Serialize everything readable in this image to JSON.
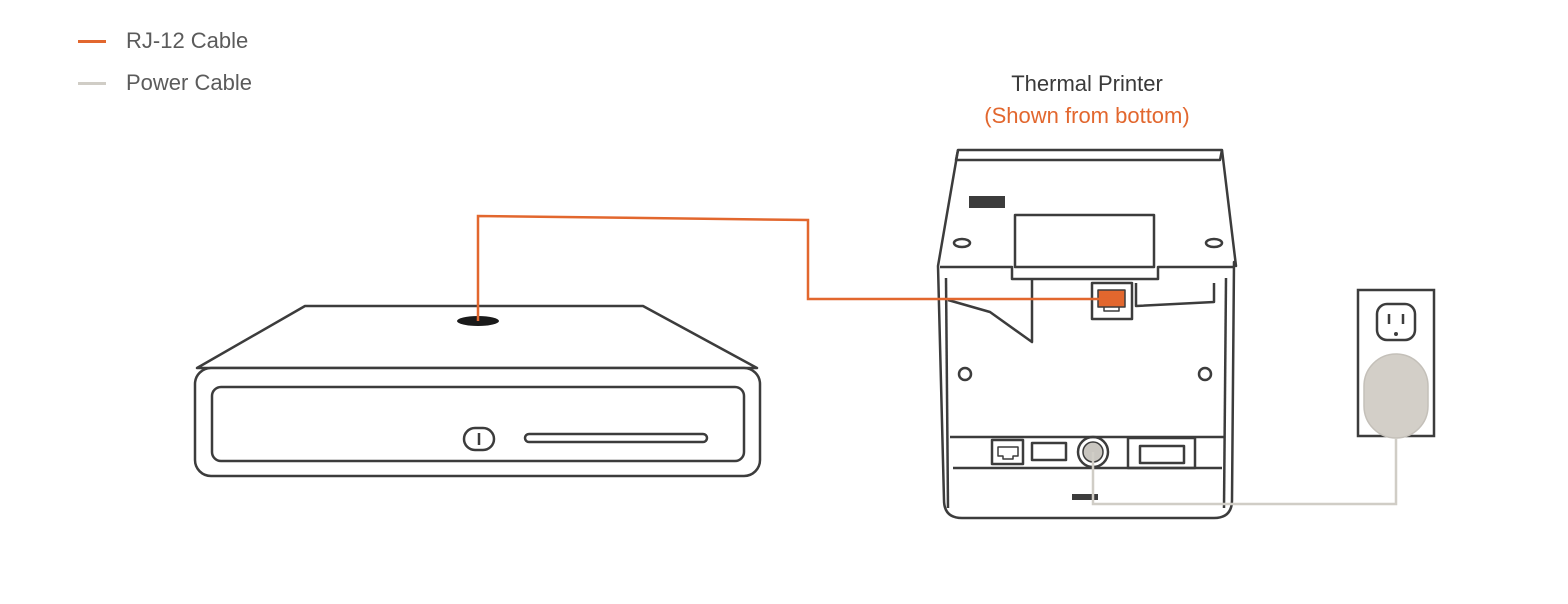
{
  "legend": {
    "items": [
      {
        "label": "RJ-12 Cable",
        "color": "#e2672e"
      },
      {
        "label": "Power Cable",
        "color": "#d0cdc6"
      }
    ]
  },
  "printer": {
    "title": "Thermal Printer",
    "subtitle": "(Shown from bottom)",
    "subtitle_color": "#e2672e"
  },
  "colors": {
    "outline": "#3c3c3c",
    "rj12": "#e2672e",
    "power": "#d0cdc6",
    "plug": "#d3cfc8"
  },
  "icons": [
    "cash-drawer-icon",
    "thermal-printer-icon",
    "wall-outlet-icon",
    "power-plug-icon"
  ]
}
